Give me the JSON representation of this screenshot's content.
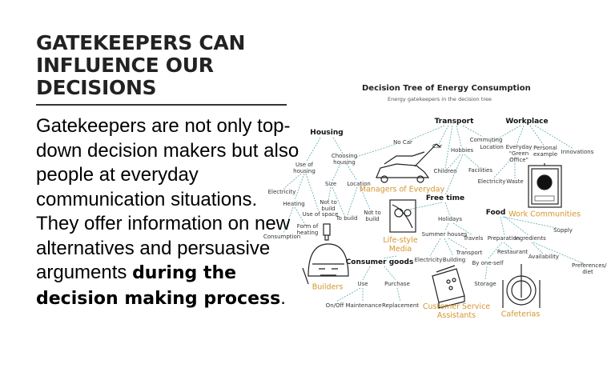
{
  "heading": [
    "GATEKEEPERS CAN",
    "INFLUENCE OUR",
    "DECISIONS"
  ],
  "body": {
    "text": "Gatekeepers are not only top-down decision makers but also people at everyday communication situations. They offer information on new alternatives and persuasive arguments ",
    "bold": "during the decision making process",
    "end": "."
  },
  "diagram": {
    "title": "Decision Tree of Energy Consumption",
    "subtitle": "Energy gatekeepers in the decision tree",
    "categories": {
      "housing": "Housing",
      "transport": "Transport",
      "workplace": "Workplace",
      "free_time": "Free time",
      "food": "Food",
      "consumer_goods": "Consumer goods"
    },
    "nodes": {
      "use_of_housing": "Use of housing",
      "choosing_housing": "Choosing housing",
      "electricity1": "Electricity",
      "heating": "Heating",
      "use_of_space": "Use of space",
      "size": "Size",
      "location1": "Location",
      "not_to_build1": "Not to build",
      "to_build": "To build",
      "not_to_build2": "Not to build",
      "form_of_heating": "Form of heating",
      "consumption": "Consumption",
      "no_car": "No Car",
      "car": "Car",
      "hobbies": "Hobbies",
      "commuting": "Commuting",
      "children": "Children",
      "facilities": "Facilities",
      "location2": "Location",
      "green_office": "Everyday \"Green Office\"",
      "personal_example": "Personal example",
      "innovations": "Innovations",
      "electricity2": "Electricity",
      "waste": "Waste",
      "holidays": "Holidays",
      "supply": "Supply",
      "summer_houses": "Summer houses",
      "travels": "Travels",
      "preparation": "Preparation",
      "ingredients": "Ingredients",
      "restaurant": "Restaurant",
      "transport2": "Transport",
      "availability": "Availability",
      "by_one_self": "By one-self",
      "preferences": "Preferences/ diet",
      "electricity3": "Electricity",
      "building": "Building",
      "use": "Use",
      "purchase": "Purchase",
      "storage": "Storage",
      "on_off": "On/Off",
      "maintenance": "Maintenance",
      "replacement": "Replacement"
    },
    "gatekeepers": {
      "managers": "Managers of Everyday",
      "work_communities": "Work Communities",
      "lifestyle_media": "Life-style Media",
      "builders": "Builders",
      "customer_service": "Customer Service Assistants",
      "cafeterias": "Cafeterias"
    }
  }
}
